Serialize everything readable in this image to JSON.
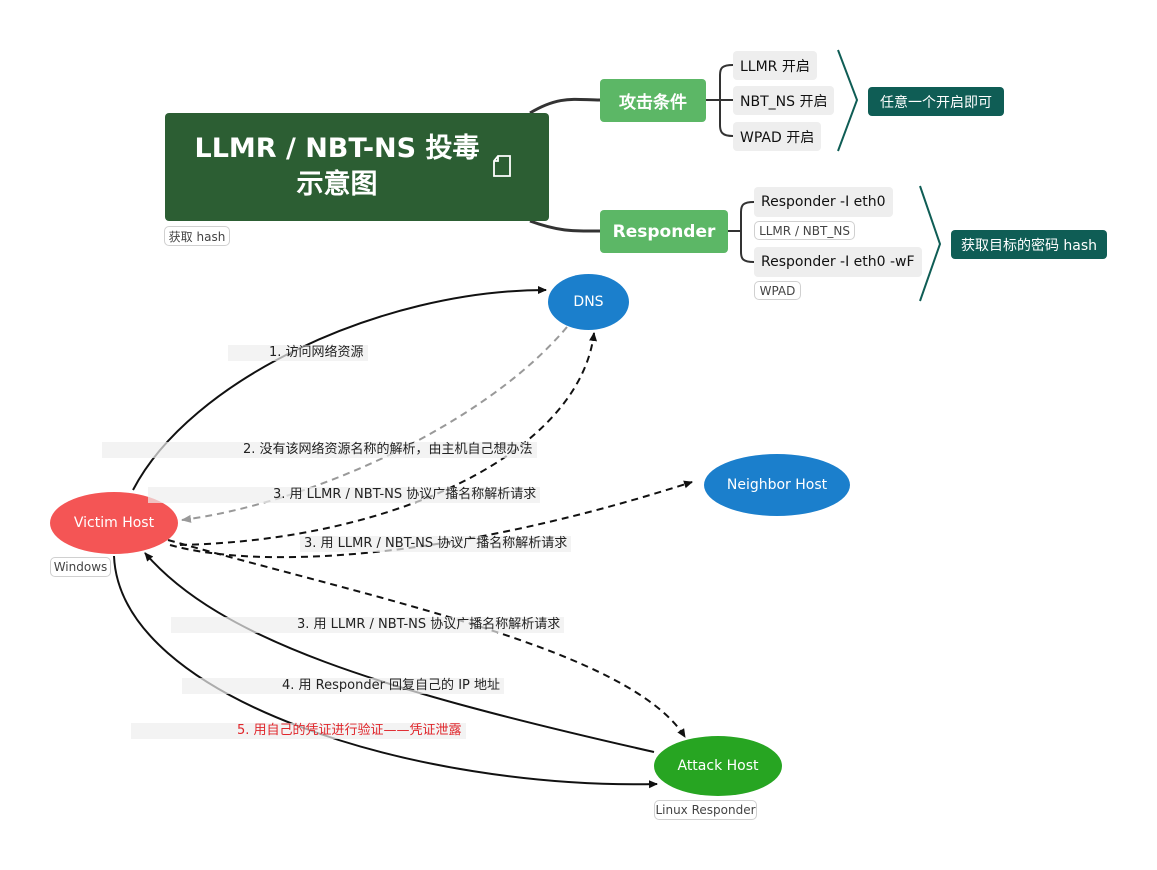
{
  "mindmap": {
    "main_title": "LLMR / NBT-NS 投毒示意图",
    "main_tag": "获取 hash",
    "branch1": {
      "label": "攻击条件",
      "leaves": [
        "LLMR 开启",
        "NBT_NS 开启",
        "WPAD 开启"
      ],
      "summary": "任意一个开启即可"
    },
    "branch2": {
      "label": "Responder",
      "leaves": [
        "Responder -I eth0",
        "Responder -I eth0 -wF"
      ],
      "leaf_tags": [
        "LLMR / NBT_NS",
        "WPAD"
      ],
      "summary": "获取目标的密码 hash"
    }
  },
  "network": {
    "nodes": {
      "dns": "DNS",
      "victim": "Victim Host",
      "victim_tag": "Windows",
      "neighbor": "Neighbor Host",
      "attack": "Attack Host",
      "attack_tag": "Linux Responder"
    },
    "edges": [
      "1. 访问网络资源",
      "2. 没有该网络资源名称的解析，由主机自己想办法",
      "3. 用 LLMR / NBT-NS 协议广播名称解析请求",
      "3. 用 LLMR / NBT-NS 协议广播名称解析请求",
      "3. 用 LLMR / NBT-NS 协议广播名称解析请求",
      "4. 用 Responder 回复自己的 IP 地址",
      "5. 用自己的凭证进行验证——凭证泄露"
    ]
  },
  "colors": {
    "main_topic": "#2c5e33",
    "sub_topic": "#5cb766",
    "summary": "#0f5d55",
    "dns_node": "#1b7fcc",
    "neighbor_node": "#1b7fcc",
    "victim_node": "#f45555",
    "attack_node": "#27a522",
    "highlight_text": "#e0262b"
  },
  "icons": {
    "note": "note-icon"
  }
}
